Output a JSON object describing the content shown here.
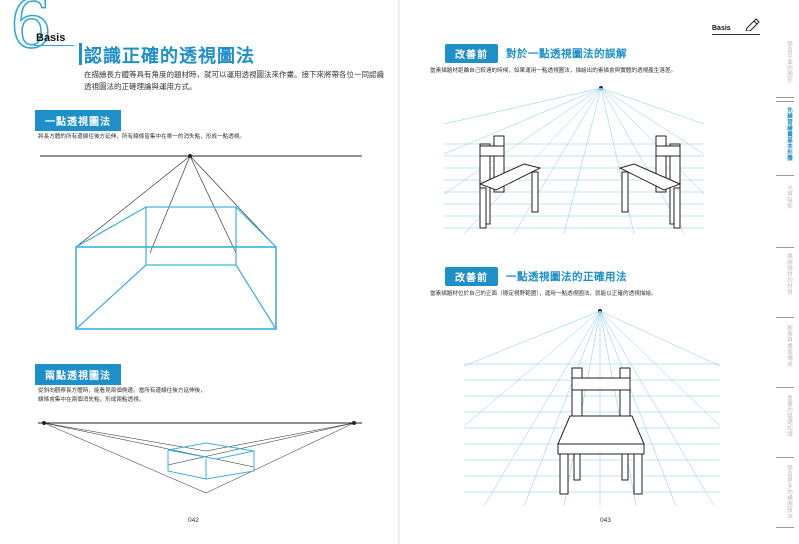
{
  "left_page": {
    "chapter_number": "6",
    "chapter_word": "Basis",
    "title": "認識正確的透視圖法",
    "intro": "在描繪長方體等具有角度的題材時，就可以運用透視圖法來作畫。接下來將帶各位一同認識透視圖法的正確理論與運用方式。",
    "section_one": {
      "label": "一點透視圖法",
      "description": "將長方體的所有邊線往後方延伸，所有線條皆集中在單一的消失點，形成一點透視。"
    },
    "section_two": {
      "label": "兩點透視圖法",
      "description_lines": [
        "從斜向觀察長方體時，能看見兩個側邊。當所有邊線往後方延伸後，",
        "線條會集中在兩個消失點，形成兩點透視。"
      ]
    },
    "page_number": "042"
  },
  "right_page": {
    "header": "Basis",
    "header_icon": "pencil-icon",
    "section_wrong": {
      "pill": "改善前",
      "title": "對於一點透視圖法的誤解",
      "description": "當素描題材距離自己較遠的時候，如果運用一點透視圖法，描繪出的素描會與實體的透視產生落差。"
    },
    "section_right": {
      "pill": "改善前",
      "title": "一點透視圖法的正確用法",
      "description": "當素描題材位於自己的正面（穩定視野範圍），運用一點透視圖法，就能以正確的透視描繪。"
    },
    "page_number": "043",
    "side_tabs": [
      {
        "label": "學習平面的圖形",
        "active": false
      },
      {
        "label": "先練習繪畫基本形體",
        "active": true
      },
      {
        "label": "光與陰影",
        "active": false
      },
      {
        "label": "描繪題材的材質",
        "active": false
      },
      {
        "label": "觀察與畫面構成",
        "active": false
      },
      {
        "label": "重要的基礎知識",
        "active": false
      },
      {
        "label": "學習更多的構圖技法",
        "active": false
      }
    ]
  },
  "colors": {
    "accent": "#1d8fc9",
    "line_blue": "#3ab0e0",
    "ink": "#222222"
  }
}
